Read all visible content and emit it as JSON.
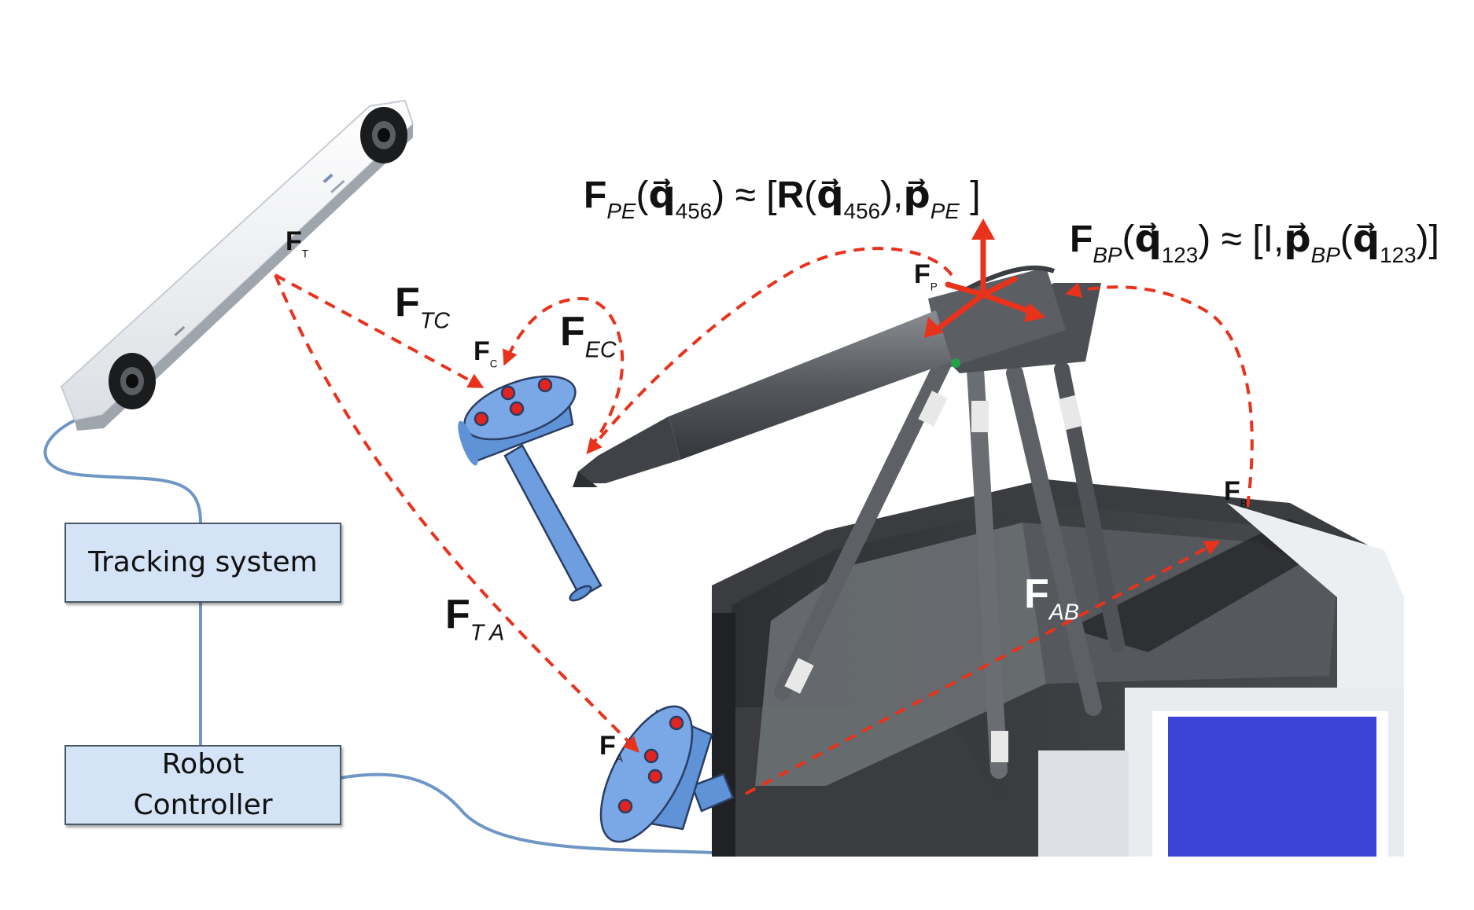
{
  "boxes": {
    "tracking": "Tracking system",
    "controller_line1": "Robot",
    "controller_line2": "Controller"
  },
  "frames": {
    "T": {
      "main": "F",
      "sub": "T"
    },
    "C": {
      "main": "F",
      "sub": "C"
    },
    "A": {
      "main": "F",
      "sub": "A"
    },
    "P": {
      "main": "F",
      "sub": "P"
    },
    "B": {
      "main": "F",
      "sub": "B"
    }
  },
  "transforms": {
    "TC": {
      "main": "F",
      "sub": "TC"
    },
    "EC": {
      "main": "F",
      "sub": "EC"
    },
    "TA": {
      "main": "F",
      "sub": "T A"
    },
    "AB": {
      "main": "F",
      "sub": "AB"
    }
  },
  "equations": {
    "pe": {
      "f": "F",
      "f_sub": "PE",
      "q": "q⃗",
      "q_sub": "456",
      "approx": "≈",
      "r": "R",
      "p": "p⃗",
      "p_sub": "PE"
    },
    "bp": {
      "f": "F",
      "f_sub": "BP",
      "q": "q⃗",
      "q_sub": "123",
      "approx": "≈",
      "i": "I",
      "p": "p⃗",
      "p_sub": "BP"
    }
  },
  "colors": {
    "arrow": "#e8321c",
    "tool_fill": "#6d9fe0",
    "marker": "#e32222",
    "cable": "#6f96c4",
    "box_fill": "#d4e3f6"
  }
}
